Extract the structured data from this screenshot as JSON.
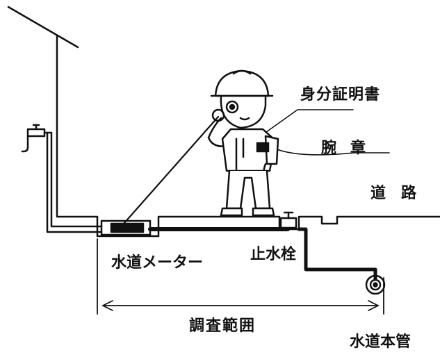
{
  "labels": {
    "id_card": "身分証明書",
    "armband": "腕章",
    "road": "道路",
    "water_meter": "水道メーター",
    "stop_valve": "止水栓",
    "survey_range": "調査範囲",
    "water_main": "水道本管"
  },
  "colors": {
    "ink": "#111111",
    "background": "#ffffff"
  }
}
